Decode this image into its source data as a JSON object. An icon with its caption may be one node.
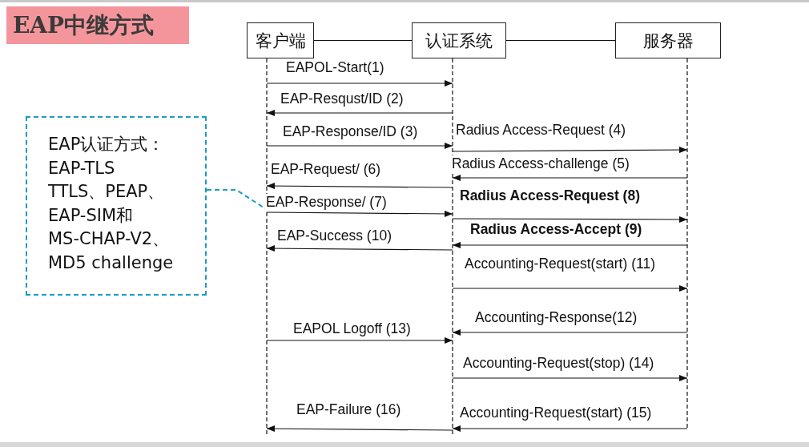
{
  "diagram": {
    "title": "EAP中继方式",
    "nodes": [
      {
        "text": [
          "客户端"
        ]
      },
      {
        "text": [
          "认证系统"
        ]
      },
      {
        "text": [
          "服务器"
        ]
      },
      {
        "text": [
          "EAP认证方式：",
          "EAP-TLS",
          "TTLS、PEAP、",
          "EAP-SIM和",
          "MS-CHAP-V2、",
          "MD5 challenge"
        ]
      },
      {
        "text": [],
        "shape": "bar"
      },
      {
        "text": [],
        "shape": "bar"
      },
      {
        "text": [],
        "shape": "bar"
      }
    ],
    "edges": [
      {
        "from": 0,
        "to": 1,
        "arrow": "none"
      },
      {
        "from": 1,
        "to": 2,
        "arrow": "none"
      },
      {
        "from": 4,
        "to": 5,
        "arrow": "to",
        "label": "EAPOL-Start(1)"
      },
      {
        "from": 5,
        "to": 4,
        "arrow": "to",
        "label": "EAP-Resqust/ID (2)"
      },
      {
        "from": 4,
        "to": 5,
        "arrow": "to",
        "label": "EAP-Response/ID (3)"
      },
      {
        "from": 5,
        "to": 6,
        "arrow": "to",
        "label": "Radius Access-Request (4)"
      },
      {
        "from": 6,
        "to": 5,
        "arrow": "to",
        "label": "Radius Access-challenge (5)"
      },
      {
        "from": 5,
        "to": 4,
        "arrow": "to",
        "label": "EAP-Request/ (6)"
      },
      {
        "from": 4,
        "to": 5,
        "arrow": "to",
        "label": "EAP-Response/ (7)"
      },
      {
        "from": 5,
        "to": 6,
        "arrow": "to",
        "label": "Radius Access-Request (8)"
      },
      {
        "from": 6,
        "to": 5,
        "arrow": "to",
        "label": "Radius Access-Accept (9)"
      },
      {
        "from": 5,
        "to": 4,
        "arrow": "to",
        "label": "EAP-Success (10)"
      },
      {
        "from": 5,
        "to": 6,
        "arrow": "to",
        "label": "Accounting-Request(start) (11)"
      },
      {
        "from": 6,
        "to": 5,
        "arrow": "to",
        "label": "Accounting-Response(12)"
      },
      {
        "from": 4,
        "to": 5,
        "arrow": "to",
        "label": "EAPOL Logoff (13)"
      },
      {
        "from": 5,
        "to": 6,
        "arrow": "to",
        "label": "Accounting-Request(stop) (14)"
      },
      {
        "from": 6,
        "to": 5,
        "arrow": "to",
        "label": "Accounting-Request(start) (15)"
      },
      {
        "from": 5,
        "to": 4,
        "arrow": "to",
        "label": "EAP-Failure (16)"
      },
      {
        "from": 3,
        "to": 4,
        "arrow": "none",
        "style": "dashed",
        "color": "#1b9cc0"
      }
    ]
  }
}
